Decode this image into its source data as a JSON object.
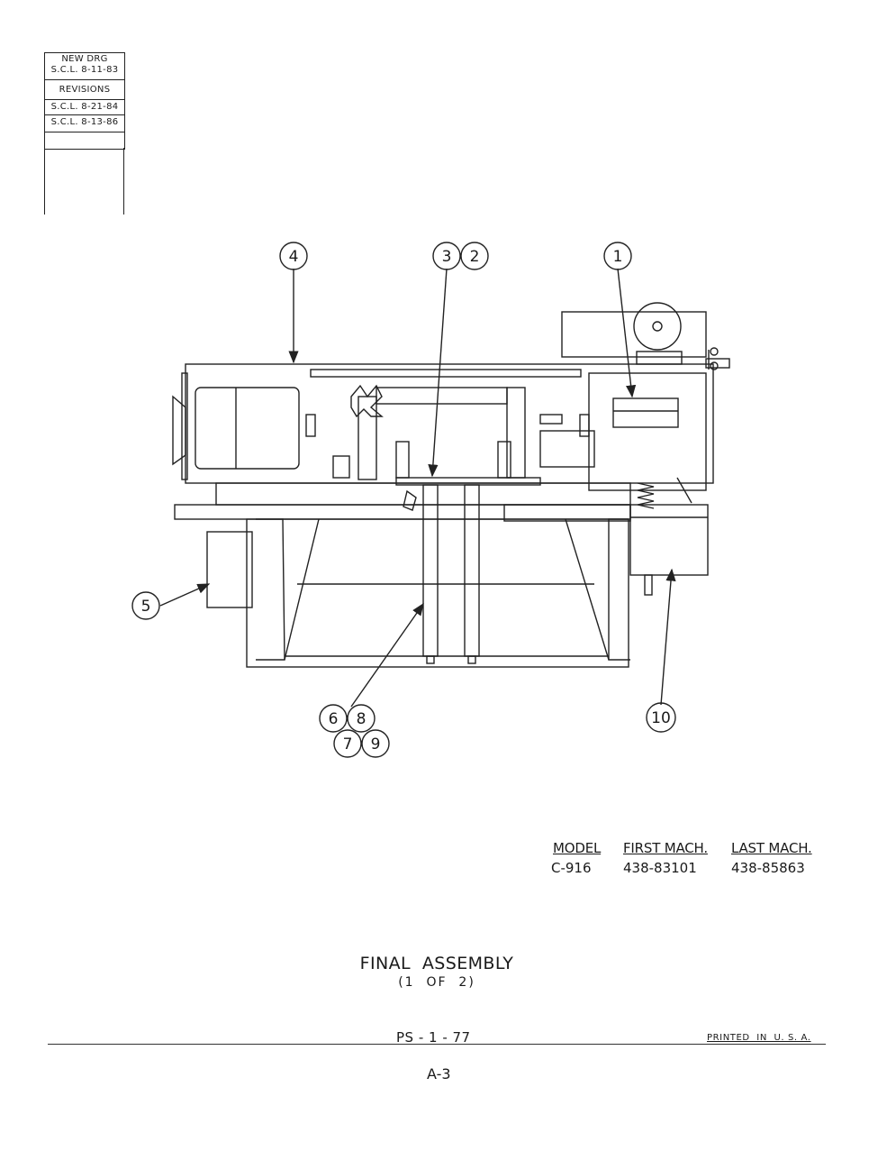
{
  "revision_block": {
    "header": "NEW  DRG",
    "original": "S.C.L. 8-11-83",
    "revisions_label": "REVISIONS",
    "revisions": [
      "S.C.L. 8-21-84",
      "S.C.L. 8-13-86"
    ]
  },
  "callouts": {
    "c1": "1",
    "c2": "2",
    "c3": "3",
    "c4": "4",
    "c5": "5",
    "c6": "6",
    "c7": "7",
    "c8": "8",
    "c9": "9",
    "c10": "10"
  },
  "model_table": {
    "headers": {
      "model": "MODEL",
      "first": "FIRST MACH.",
      "last": "LAST MACH."
    },
    "row": {
      "model": "C-916",
      "first": "438-83101",
      "last": "438-85863"
    }
  },
  "title": "FINAL  ASSEMBLY",
  "subtitle": "(1  OF  2)",
  "ps_number": "PS - 1 - 77",
  "printed": "PRINTED  IN  U. S. A.",
  "page_number": "A-3"
}
